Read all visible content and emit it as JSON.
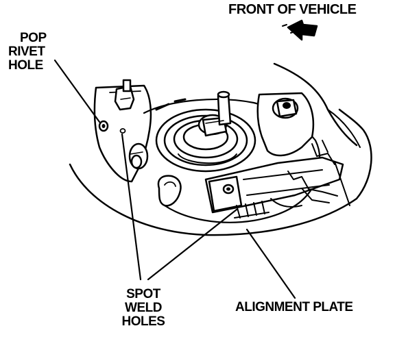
{
  "labels": {
    "front_of_vehicle": "FRONT OF VEHICLE",
    "pop_rivet_hole": [
      "POP",
      "RIVET",
      "HOLE"
    ],
    "spot_weld_holes": [
      "SPOT",
      "WELD",
      "HOLES"
    ],
    "alignment_plate": "ALIGNMENT PLATE"
  },
  "colors": {
    "ink": "#000000",
    "paper": "#ffffff"
  },
  "icons": {
    "direction_arrow": "arrow-pointing-front-left-icon"
  }
}
